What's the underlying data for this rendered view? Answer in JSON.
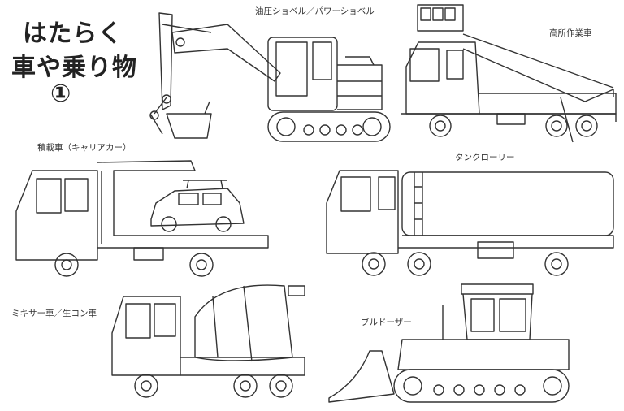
{
  "title": {
    "line1": "はたらく",
    "line2": "車や乗り物",
    "number": "①"
  },
  "vehicles": [
    {
      "id": "excavator",
      "label": "油圧ショベル／パワーショベル"
    },
    {
      "id": "aerial-work-truck",
      "label": "高所作業車"
    },
    {
      "id": "carrier",
      "label": "積載車（キャリアカー）"
    },
    {
      "id": "tank-lorry",
      "label": "タンクローリー"
    },
    {
      "id": "mixer",
      "label": "ミキサー車／生コン車"
    },
    {
      "id": "bulldozer",
      "label": "ブルドーザー"
    }
  ]
}
